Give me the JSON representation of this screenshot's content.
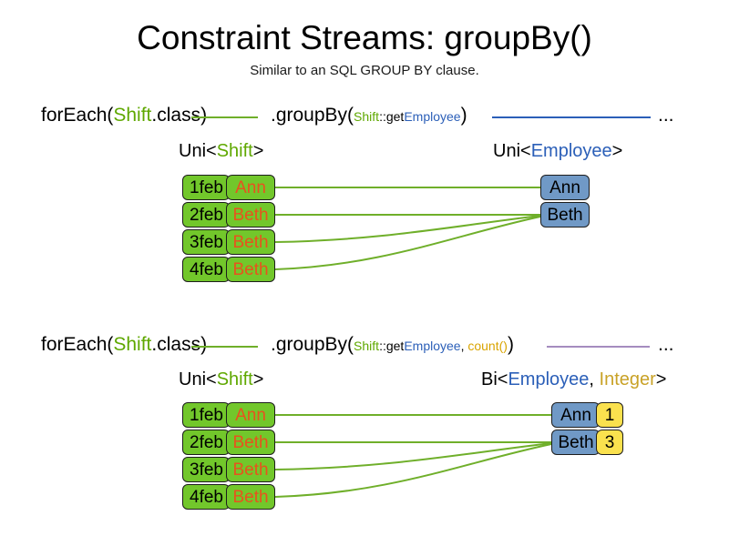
{
  "header": {
    "title": "Constraint Streams: groupBy()",
    "subtitle": "Similar to an SQL GROUP BY clause."
  },
  "colors": {
    "green_fill": "#72C72B",
    "blue_fill": "#7099C6",
    "yellow_fill": "#FAE14E",
    "green_text": "#5FA800",
    "blue_text": "#2B5FB8",
    "orange_text": "#E8521E",
    "gold_text": "#C9A227",
    "green_link": "#6FAF2A",
    "purple_link": "#A58CBF",
    "box_border": "#1d1d1d"
  },
  "sections": [
    {
      "id": "section-1",
      "code": {
        "for_each": "forEach(",
        "for_each_type": "Shift",
        "for_each_class": ".class)",
        "group_by": ".groupBy(",
        "arg_class": "Shift",
        "arg_sep": "::get",
        "arg_prop": "Employee",
        "group_by_close": ")",
        "ellipsis": "...",
        "second_line_color": "blue"
      },
      "left_label": {
        "prefix": "Uni<",
        "type": "Shift",
        "suffix": ">"
      },
      "right_label": {
        "prefix": "Uni<",
        "type": "Employee",
        "suffix": ">"
      },
      "left_rows": [
        {
          "date": "1feb",
          "name": "Ann"
        },
        {
          "date": "2feb",
          "name": "Beth"
        },
        {
          "date": "3feb",
          "name": "Beth"
        },
        {
          "date": "4feb",
          "name": "Beth"
        }
      ],
      "right_rows": [
        {
          "name": "Ann"
        },
        {
          "name": "Beth"
        }
      ],
      "links": [
        {
          "from": 0,
          "to": 0
        },
        {
          "from": 1,
          "to": 1
        },
        {
          "from": 2,
          "to": 1
        },
        {
          "from": 3,
          "to": 1
        }
      ]
    },
    {
      "id": "section-2",
      "code": {
        "for_each": "forEach(",
        "for_each_type": "Shift",
        "for_each_class": ".class)",
        "group_by": ".groupBy(",
        "arg_class": "Shift",
        "arg_sep": "::get",
        "arg_prop": "Employee",
        "arg_comma": ", ",
        "arg_count": "count()",
        "group_by_close": ")",
        "ellipsis": "...",
        "second_line_color": "purple"
      },
      "left_label": {
        "prefix": "Uni<",
        "type": "Shift",
        "suffix": ">"
      },
      "right_label": {
        "prefix": "Bi<",
        "type": "Employee",
        "mid": ", ",
        "type2": "Integer",
        "suffix": ">"
      },
      "left_rows": [
        {
          "date": "1feb",
          "name": "Ann"
        },
        {
          "date": "2feb",
          "name": "Beth"
        },
        {
          "date": "3feb",
          "name": "Beth"
        },
        {
          "date": "4feb",
          "name": "Beth"
        }
      ],
      "right_rows": [
        {
          "name": "Ann",
          "count": "1"
        },
        {
          "name": "Beth",
          "count": "3"
        }
      ],
      "links": [
        {
          "from": 0,
          "to": 0
        },
        {
          "from": 1,
          "to": 1
        },
        {
          "from": 2,
          "to": 1
        },
        {
          "from": 3,
          "to": 1
        }
      ]
    }
  ]
}
